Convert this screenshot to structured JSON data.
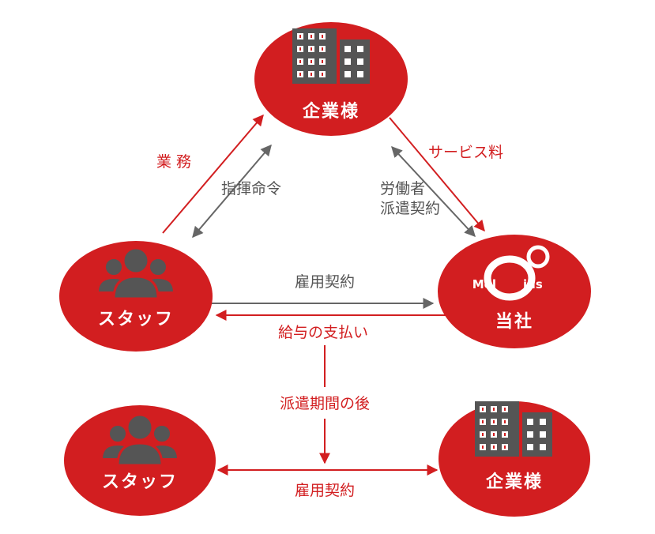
{
  "colors": {
    "node_fill": "#d21e20",
    "red_arrow": "#d21e20",
    "gray_arrow": "#666666",
    "icon_dark": "#555555",
    "white": "#ffffff"
  },
  "nodes": {
    "client_top": {
      "label": "企業様",
      "icon": "building-icon"
    },
    "staff_left": {
      "label": "スタッフ",
      "icon": "people-icon"
    },
    "company_right": {
      "label": "当社",
      "icon": "melius-logo",
      "logo_text_1": "Mel",
      "logo_text_2": "ius"
    },
    "staff_bottom": {
      "label": "スタッフ",
      "icon": "people-icon"
    },
    "client_bottom": {
      "label": "企業様",
      "icon": "building-icon"
    }
  },
  "edges": {
    "duties": "業 務",
    "directive": "指揮命令",
    "service_fee": "サービス料",
    "dispatch_contract_line1": "労働者",
    "dispatch_contract_line2": "派遣契約",
    "employment_contract": "雇用契約",
    "salary_payment": "給与の支払い",
    "after_dispatch": "派遣期間の後",
    "employment_contract_bottom": "雇用契約"
  }
}
